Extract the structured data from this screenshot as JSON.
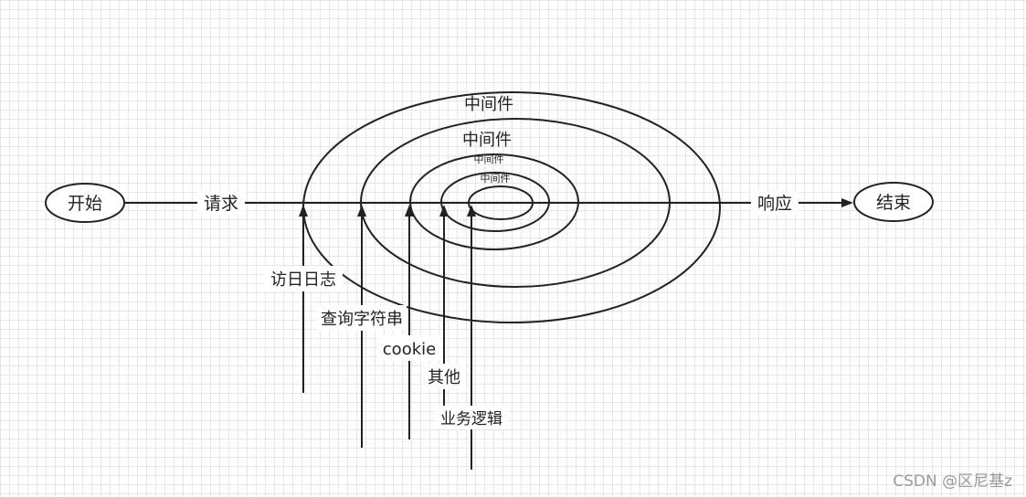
{
  "diagram": {
    "start": {
      "label": "开始"
    },
    "end": {
      "label": "结束"
    },
    "request_label": "请求",
    "response_label": "响应",
    "layers": [
      {
        "label": "中间件"
      },
      {
        "label": "中间件"
      },
      {
        "label": "中间件"
      },
      {
        "label": "中间件"
      }
    ],
    "middlewares": [
      {
        "label": "访日日志"
      },
      {
        "label": "查询字符串"
      },
      {
        "label": "cookie"
      },
      {
        "label": "其他"
      },
      {
        "label": "业务逻辑"
      }
    ]
  },
  "watermark": "CSDN @区尼基z",
  "colors": {
    "stroke": "#222222",
    "grid": "#e6e6e6",
    "watermark": "#9a9a9a"
  }
}
